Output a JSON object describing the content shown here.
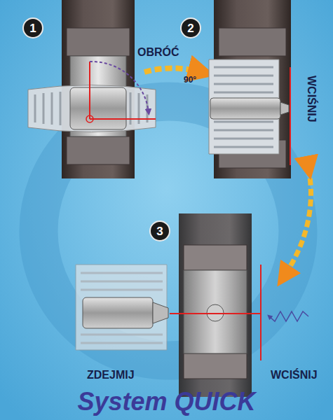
{
  "diagram": {
    "title": "System QUICK",
    "nodes": [
      {
        "text": [
          "1"
        ]
      },
      {
        "text": [
          "2"
        ]
      },
      {
        "text": [
          "3"
        ]
      }
    ],
    "labels": [
      "OBRÓĆ",
      "90°",
      "WCIŚNIJ",
      "WCIŚNIJ",
      "ZDEJMIJ"
    ]
  }
}
